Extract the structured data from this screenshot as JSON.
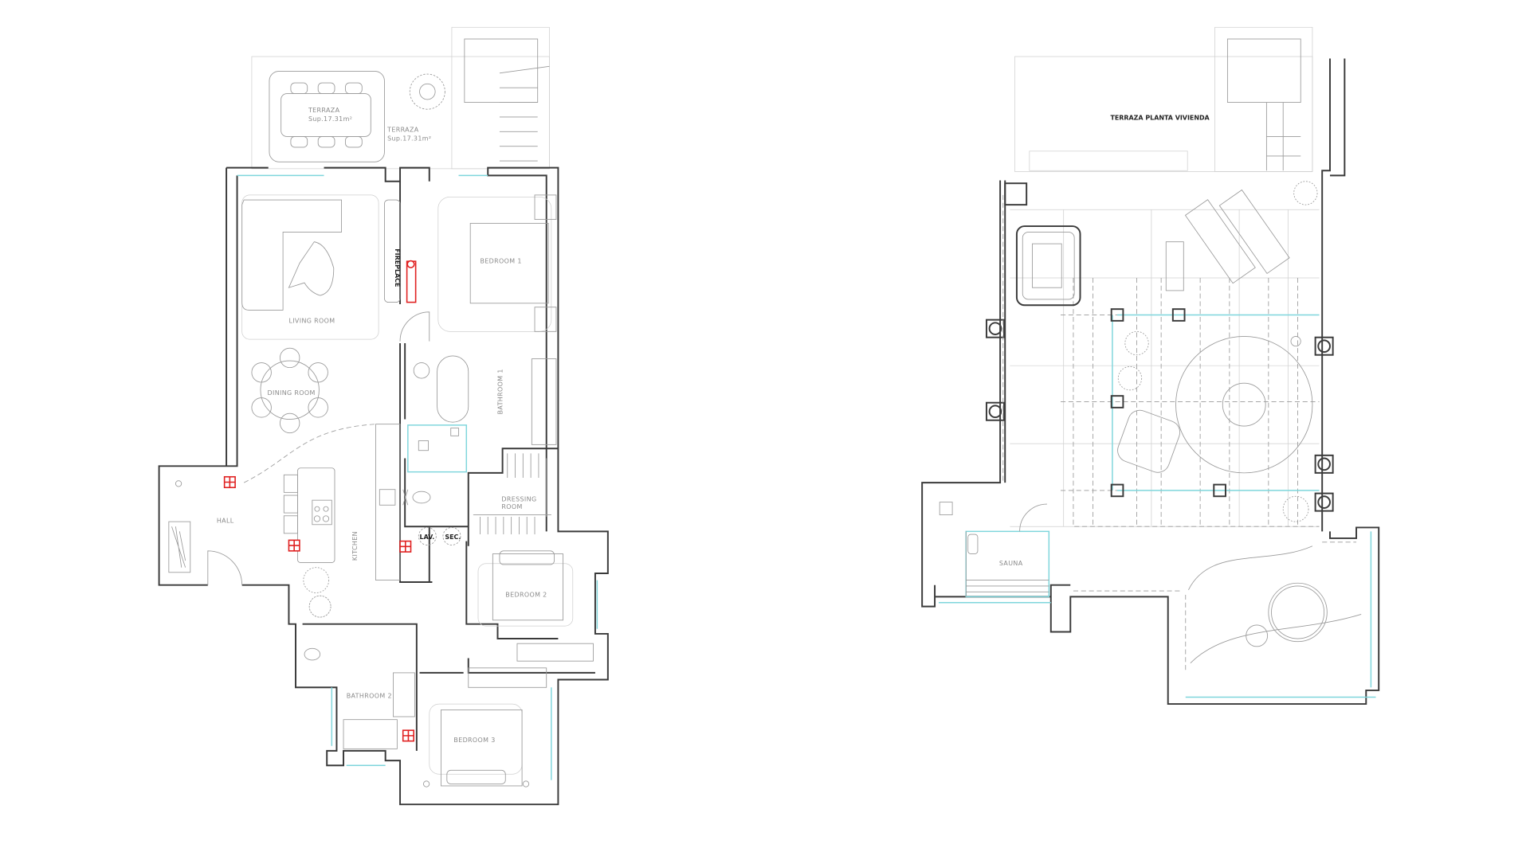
{
  "floor_plan_left": {
    "labels": {
      "terraza_table": "TERRAZA",
      "terraza_table_area": "Sup.17.31m²",
      "terraza": "TERRAZA",
      "terraza_area": "Sup.17.31m²",
      "living_room": "LIVING ROOM",
      "dining_room": "DINING ROOM",
      "fireplace": "FIREPLACE",
      "bedroom_1": "BEDROOM 1",
      "bathroom_1": "BATHROOM 1",
      "dressing_room_1": "DRESSING",
      "dressing_room_2": "ROOM",
      "hall": "HALL",
      "kitchen": "KITCHEN",
      "lav": "LAV.",
      "sec": "SEC.",
      "bedroom_2": "BEDROOM 2",
      "bathroom_2": "BATHROOM 2",
      "bedroom_3": "BEDROOM 3"
    }
  },
  "floor_plan_right": {
    "labels": {
      "title": "TERRAZA PLANTA VIVIENDA",
      "sauna": "SAUNA"
    }
  },
  "colors": {
    "walls": "#3a3a3a",
    "windows": "#7fd6dc",
    "electrical": "#e02020"
  }
}
